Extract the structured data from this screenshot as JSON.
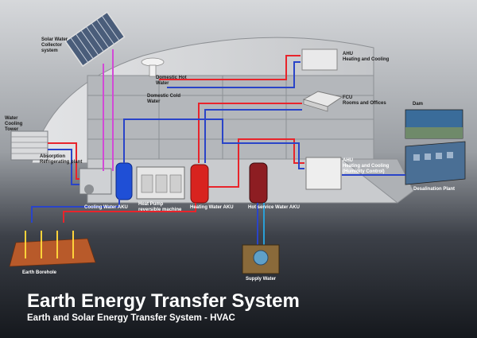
{
  "title": "Earth Energy Transfer System",
  "subtitle": "Earth and Solar Energy Transfer System - HVAC",
  "labels": {
    "solar_collector": "Solar Water Collector system",
    "domestic_hot": "Domestic Hot Water",
    "domestic_cold": "Domestic Cold Water",
    "ahu_top": "AHU",
    "ahu_top_desc": "Heating and Cooling",
    "fcu": "FCU",
    "fcu_desc": "Rooms and Offices",
    "dam": "Dam",
    "water_cooling_tower": "Water Cooling Tower",
    "absorption_plant": "Absorption Refrigerating plant",
    "ahu_lower": "AHU",
    "ahu_lower_desc": "Heating and Cooling (Humidity Control)",
    "desalination": "Desalination Plant",
    "cooling_water_aku": "Cooling Water AKU",
    "heat_pump": "Heat Pump reversible machine",
    "heating_water_aku": "Heating Water AKU",
    "hot_service_water_aku": "Hot service Water AKU",
    "earth_borehole": "Earth Borehole",
    "supply_water": "Supply Water"
  },
  "colors": {
    "hot_pipe": "#e8242b",
    "cold_pipe": "#2a44c8",
    "solar_pipe": "#d24ad6",
    "building": "#b9bcc0",
    "background": "#1b1e24"
  }
}
